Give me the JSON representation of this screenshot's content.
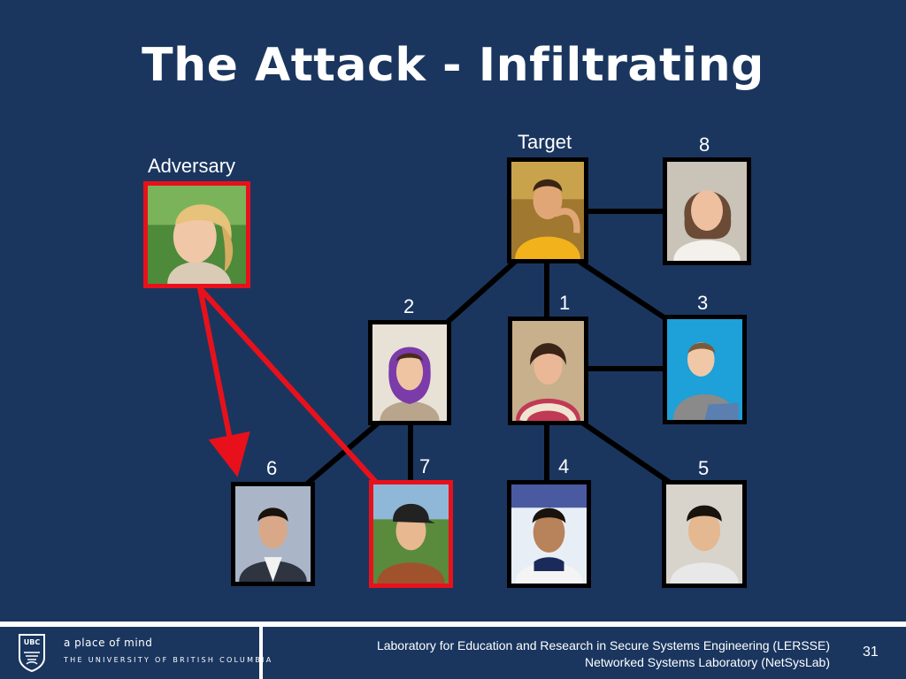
{
  "slide": {
    "title": "The Attack - Infiltrating",
    "page_number": "31"
  },
  "labels": {
    "adversary": "Adversary",
    "target": "Target",
    "n1": "1",
    "n2": "2",
    "n3": "3",
    "n4": "4",
    "n5": "5",
    "n6": "6",
    "n7": "7",
    "n8": "8"
  },
  "footer": {
    "tagline": "a place of mind",
    "university": "THE UNIVERSITY OF BRITISH COLUMBIA",
    "crest_text": "UBC",
    "lab_line1": "Laboratory for Education and Research in Secure Systems Engineering (LERSSE)",
    "lab_line2": "Networked Systems Laboratory (NetSysLab)"
  },
  "colors": {
    "background": "#1a365f",
    "edge": "#000000",
    "attack": "#e8111b"
  }
}
